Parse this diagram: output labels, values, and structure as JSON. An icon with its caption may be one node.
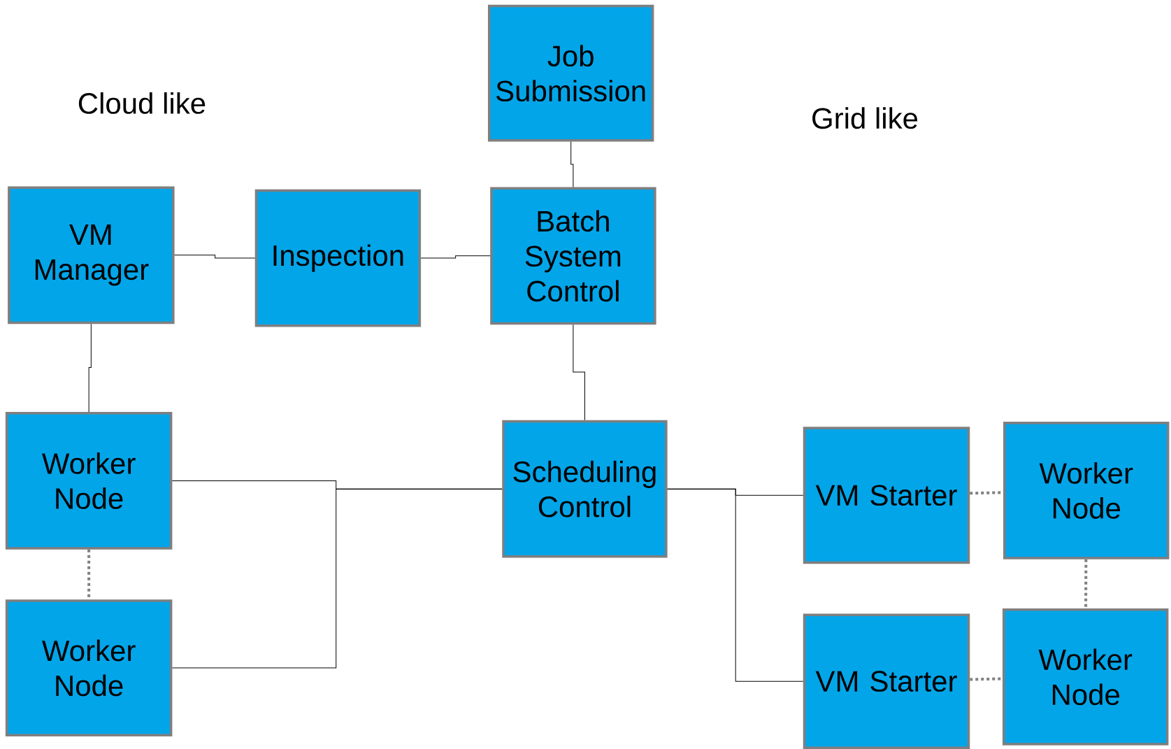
{
  "diagram": {
    "nodes": [
      {
        "text": [
          "Job Submission"
        ]
      },
      {
        "text": [
          "VM Manager"
        ]
      },
      {
        "text": [
          "Inspection"
        ]
      },
      {
        "text": [
          "Batch System Control"
        ]
      },
      {
        "text": [
          "Worker Node"
        ]
      },
      {
        "text": [
          "Scheduling Control"
        ]
      },
      {
        "text": [
          "VM Starter"
        ]
      },
      {
        "text": [
          "Worker Node"
        ]
      },
      {
        "text": [
          "Worker Node"
        ]
      },
      {
        "text": [
          "VM Starter"
        ]
      },
      {
        "text": [
          "Worker Node"
        ]
      }
    ],
    "edges": [
      {
        "from": 0,
        "to": 3,
        "arrow": "none"
      },
      {
        "from": 1,
        "to": 2,
        "arrow": "none"
      },
      {
        "from": 2,
        "to": 3,
        "arrow": "none"
      },
      {
        "from": 1,
        "to": 4,
        "arrow": "none"
      },
      {
        "from": 3,
        "to": 5,
        "arrow": "none"
      },
      {
        "from": 4,
        "to": 5,
        "arrow": "none"
      },
      {
        "from": 8,
        "to": 5,
        "arrow": "none"
      },
      {
        "from": 5,
        "to": 6,
        "arrow": "none"
      },
      {
        "from": 5,
        "to": 9,
        "arrow": "none"
      },
      {
        "from": 4,
        "to": 8,
        "arrow": "none",
        "style": "dashed",
        "color": "#808080"
      },
      {
        "from": 6,
        "to": 7,
        "arrow": "none",
        "style": "dashed",
        "color": "#808080"
      },
      {
        "from": 7,
        "to": 10,
        "arrow": "none",
        "style": "dashed",
        "color": "#808080"
      },
      {
        "from": 9,
        "to": 10,
        "arrow": "none",
        "style": "dashed",
        "color": "#808080"
      }
    ],
    "labels": [
      "Cloud like",
      "Grid like"
    ]
  }
}
